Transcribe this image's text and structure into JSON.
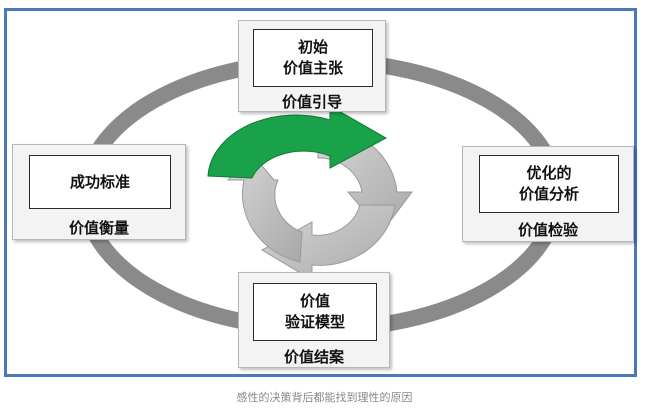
{
  "diagram": {
    "top_box": {
      "inner_line1": "初始",
      "inner_line2": "价值主张",
      "label": "价值引导"
    },
    "left_box": {
      "inner_line1": "成功标准",
      "label": "价值衡量"
    },
    "right_box": {
      "inner_line1": "优化的",
      "inner_line2": "价值分析",
      "label": "价值检验"
    },
    "bottom_box": {
      "inner_line1": "价值",
      "inner_line2": "验证模型",
      "label": "价值结案"
    },
    "colors": {
      "frame_border": "#4a78b8",
      "ring": "#8a8a8a",
      "arrow_green": "#1aa24a",
      "arrow_gray": "#c2c2c2"
    }
  },
  "caption": "感性的决策背后都能找到理性的原因"
}
